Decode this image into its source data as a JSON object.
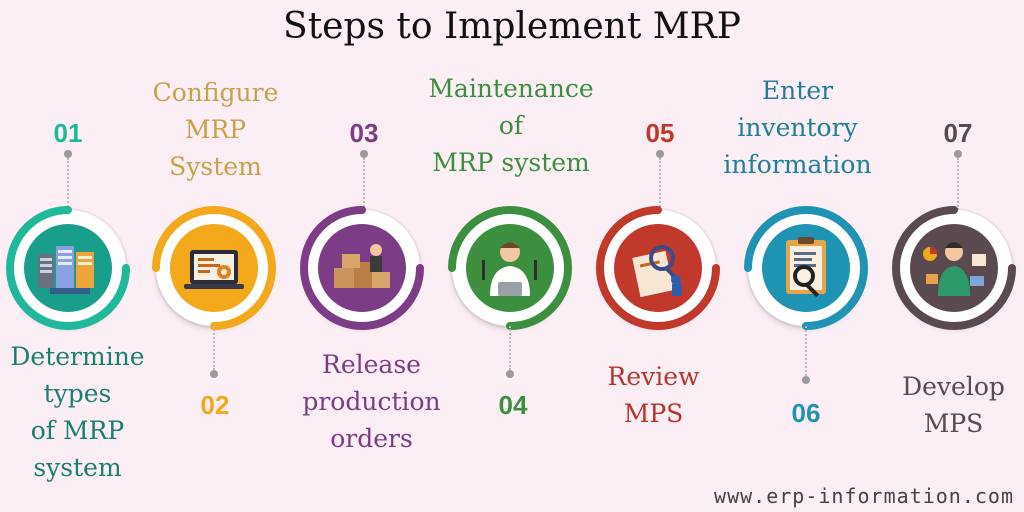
{
  "title": "Steps to Implement MRP",
  "steps": [
    {
      "num": "01",
      "label": "Determine\ntypes\nof MRP\nsystem",
      "color": "#1a9e8c",
      "icon": "server-icon"
    },
    {
      "num": "02",
      "label": "Configure\nMRP\nSystem",
      "color": "#f4a91c",
      "icon": "config-icon"
    },
    {
      "num": "03",
      "label": "Release\nproduction\norders",
      "color": "#7c3d86",
      "icon": "boxes-icon"
    },
    {
      "num": "04",
      "label": "Maintenance\nof\nMRP system",
      "color": "#3b8f3f",
      "icon": "technician-icon"
    },
    {
      "num": "05",
      "label": "Review\nMPS",
      "color": "#c0392b",
      "icon": "review-icon"
    },
    {
      "num": "06",
      "label": "Enter\ninventory\ninformation",
      "color": "#1f93b3",
      "icon": "clipboard-icon"
    },
    {
      "num": "07",
      "label": "Develop\nMPS",
      "color": "#5a4a4f",
      "icon": "develop-icon"
    }
  ],
  "label_colors": [
    "#1a7e72",
    "#c9a14a",
    "#7c3d86",
    "#3b8f3f",
    "#b8352a",
    "#1f7f9c",
    "#5a4a4f"
  ],
  "footer": {
    "url": "www.erp-information.com"
  }
}
